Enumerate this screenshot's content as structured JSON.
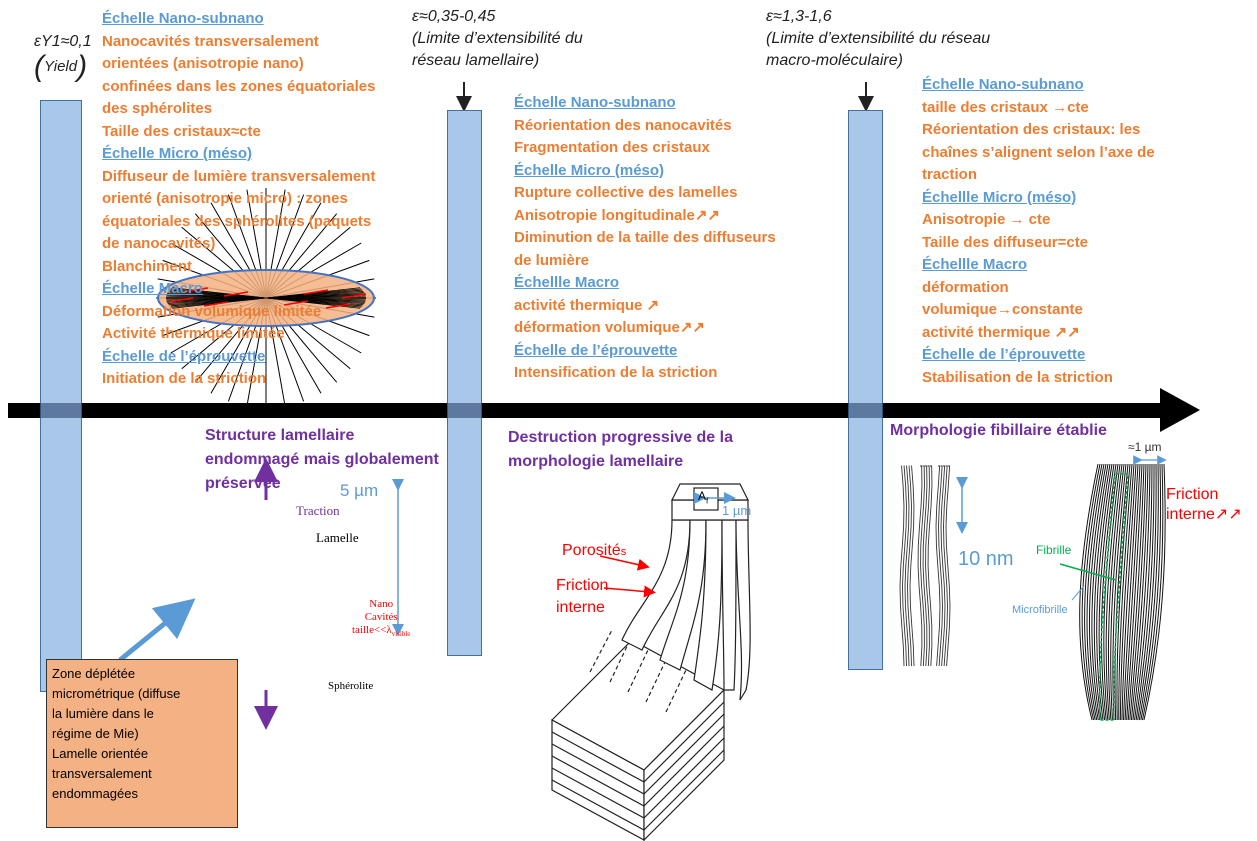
{
  "strains": {
    "s1_main": "εY1≈0,1",
    "s1_paren_open": "(",
    "s1_yield": "Yield",
    "s1_paren_close": ")",
    "s2_main": "ε≈0,35-0,45",
    "s2_l1": "(Limite d’extensibilité du",
    "s2_l2": "réseau lamellaire)",
    "s3_main": "ε≈1,3-1,6",
    "s3_l1": "(Limite d’extensibilité du réseau",
    "s3_l2": "macro-moléculaire)"
  },
  "col1": [
    {
      "k": "h",
      "text": "Échelle Nano-subnano"
    },
    {
      "k": "t",
      "text": "Nanocavités transversalement"
    },
    {
      "k": "t",
      "text": "orientées (anisotropie nano)"
    },
    {
      "k": "t",
      "text": "confinées dans  les zones équatoriales"
    },
    {
      "k": "t",
      "text": "des sphérolites"
    },
    {
      "k": "t",
      "text": "Taille des cristaux≈cte"
    },
    {
      "k": "h",
      "text": "Échelle Micro (méso)"
    },
    {
      "k": "t",
      "text": "Diffuseur de lumière transversalement"
    },
    {
      "k": "t",
      "text": "orienté (anisotropie micro) : zones"
    },
    {
      "k": "t",
      "text": "équatoriales des sphérolites  (paquets"
    },
    {
      "k": "t",
      "text": "de nanocavités)"
    },
    {
      "k": "t",
      "text": "Blanchiment"
    },
    {
      "k": "h",
      "text": "Échelle Macro"
    },
    {
      "k": "t",
      "text": "Déformation volumique limitée"
    },
    {
      "k": "t",
      "text": "Activité thermique limitée"
    },
    {
      "k": "h",
      "text": "Échelle de l’éprouvette"
    },
    {
      "k": "t",
      "text": "Initiation de la striction"
    }
  ],
  "col2": [
    {
      "k": "h",
      "text": "Échelle Nano-subnano"
    },
    {
      "k": "t",
      "text": "Réorientation des nanocavités"
    },
    {
      "k": "t",
      "text": "Fragmentation des cristaux"
    },
    {
      "k": "h",
      "text": "Échelle Micro (méso)"
    },
    {
      "k": "t",
      "text": "Rupture collective des lamelles"
    },
    {
      "k": "t",
      "text": "Anisotropie longitudinale↗↗"
    },
    {
      "k": "t",
      "text": "Diminution de la taille des diffuseurs"
    },
    {
      "k": "t",
      "text": "de lumière"
    },
    {
      "k": "h",
      "text": "Échellle Macro"
    },
    {
      "k": "t",
      "text": "activité thermique ↗"
    },
    {
      "k": "t",
      "text": "déformation volumique↗↗"
    },
    {
      "k": "h",
      "text": "Échelle de l’éprouvette"
    },
    {
      "k": "t",
      "text": "Intensification de la striction"
    }
  ],
  "col3": [
    {
      "k": "h",
      "text": "Échelle Nano-subnano"
    },
    {
      "k": "t",
      "text": "taille des cristaux →cte"
    },
    {
      "k": "t",
      "text": "Réorientation des cristaux: les"
    },
    {
      "k": "t",
      "text": "chaînes s’alignent selon l’axe de"
    },
    {
      "k": "t",
      "text": "traction"
    },
    {
      "k": "h",
      "text": "Échellle Micro (méso)"
    },
    {
      "k": "t",
      "text": "Anisotropie → cte"
    },
    {
      "k": "t",
      "text": "Taille des diffuseur=cte"
    },
    {
      "k": "h",
      "text": "Échellle Macro"
    },
    {
      "k": "t",
      "text": "déformation"
    },
    {
      "k": "t",
      "text": "volumique→constante"
    },
    {
      "k": "t",
      "text": "activité thermique ↗↗"
    },
    {
      "k": "h",
      "text": "Échelle de l’éprouvette"
    },
    {
      "k": "t",
      "text": "Stabilisation de la striction"
    }
  ],
  "morph": {
    "m1_l1": "Structure lamellaire",
    "m1_l2": "endommagé mais globalement",
    "m1_l3": "préservée",
    "m2_l1": "Destruction progressive de la",
    "m2_l2": "morphologie lamellaire",
    "m3": "Morphologie fibillaire établie"
  },
  "fig1": {
    "scale": "5 µm",
    "traction": "Traction",
    "lamelle": "Lamelle",
    "nano": "Nano",
    "cavites": "Cavités",
    "taille": "taille<<λ",
    "taille_sub": "visible",
    "spherolite": "Sphérolite",
    "box": [
      "Zone déplétée",
      "micrométrique (diffuse",
      "la lumière dans le",
      "régime de Mie)",
      "Lamelle orientée",
      "transversalement",
      "endommagées"
    ]
  },
  "fig2": {
    "scale": "1 µm",
    "af": "A",
    "af_sub": "f",
    "porosite": "Porosité",
    "porosite_s": "s",
    "friction_l1": "Friction",
    "friction_l2": "interne"
  },
  "fig3": {
    "scale_nm": "10 nm",
    "scale_um": "≈1 µm",
    "friction_l1": "Friction",
    "friction_l2": "interne↗↗",
    "fibrille": "Fibrille",
    "microfibrille": "Microfibrille"
  },
  "colors": {
    "heading": "#5b9bd5",
    "body": "#ed7d31",
    "morph": "#7030a0",
    "bar": "#a9c8e9",
    "arrow": "#000000",
    "box": "#f4b183",
    "red": "#ff0000",
    "green": "#00b050"
  }
}
